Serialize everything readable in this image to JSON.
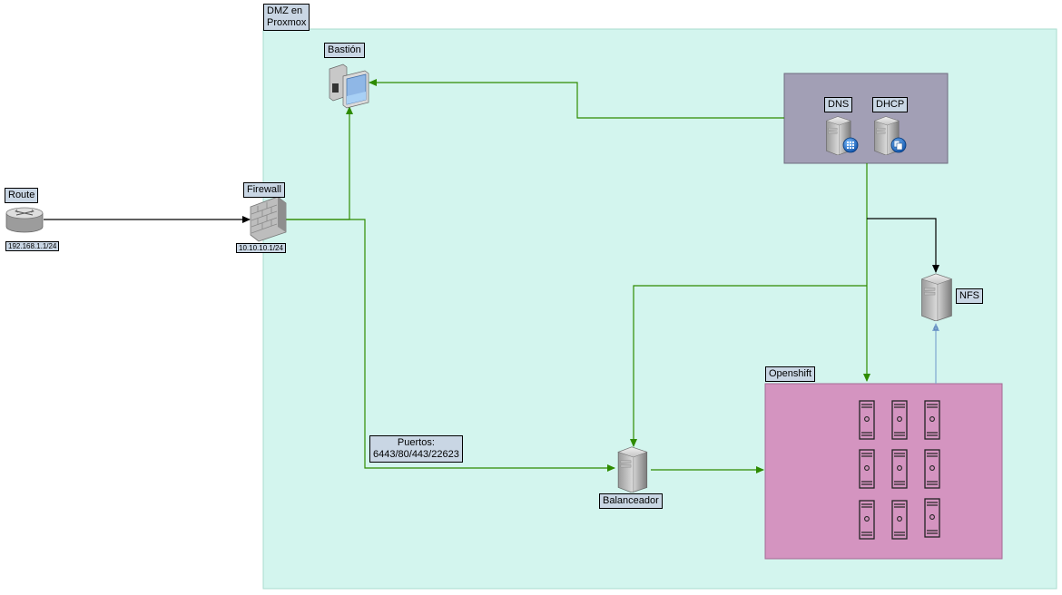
{
  "labels": {
    "dmz": "DMZ en\nProxmox",
    "route": "Route",
    "route_ip": "192.168.1.1/24",
    "firewall": "Firewall",
    "firewall_ip": "10.10.10.1/24",
    "bastion": "Bastión",
    "dns": "DNS",
    "dhcp": "DHCP",
    "nfs": "NFS",
    "openshift": "Openshift",
    "ports": "Puertos:\n6443/80/443/22623",
    "balancer": "Balanceador"
  },
  "colors": {
    "dmz_fill": "#d3f5ee",
    "dmz_stroke": "#a9dccf",
    "services_fill": "#a29fb5",
    "openshift_fill": "#d494c0",
    "link_green": "#2e8b00",
    "link_black": "#000000",
    "link_blue": "#7ea6cf",
    "label_bg": "#c9d6e4"
  },
  "icons": [
    "router-icon",
    "firewall-icon",
    "bastion-workstation-icon",
    "dns-server-icon",
    "dhcp-server-icon",
    "nfs-server-icon",
    "balancer-server-icon",
    "openshift-node-icon"
  ]
}
